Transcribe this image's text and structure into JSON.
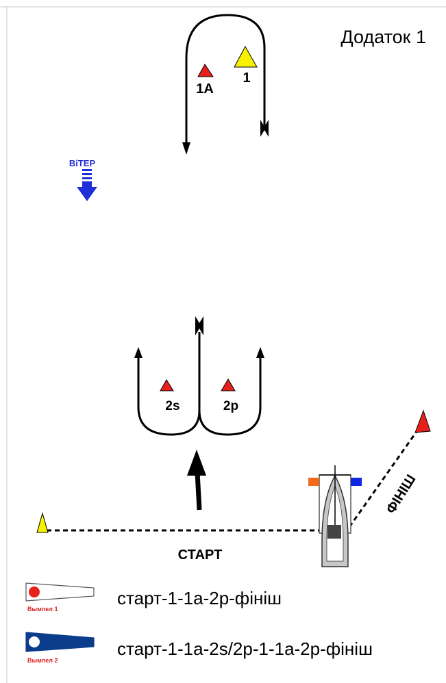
{
  "title": "Додаток 1",
  "wind_label": "ВіТЕР",
  "marks": {
    "mark_1": "1",
    "mark_1a": "1A",
    "mark_2s": "2s",
    "mark_2p": "2p"
  },
  "start_label": "СТАРТ",
  "finish_label": "ФІНІШ",
  "legend": [
    {
      "pennant": "Вымпел 1",
      "route": "старт-1-1а-2р-фініш",
      "color": "#ffffff"
    },
    {
      "pennant": "Вымпел 2",
      "route": "старт-1-1а-2s/2р-1-1а-2р-фініш",
      "color": "#0c3c8c"
    }
  ],
  "colors": {
    "red_mark": "#e8201c",
    "yellow_mark": "#f7f000",
    "wind": "#1f2fd6",
    "flag_orange": "#f26b1d",
    "flag_blue": "#1026e0",
    "pennant_label": "#d81e1e"
  }
}
